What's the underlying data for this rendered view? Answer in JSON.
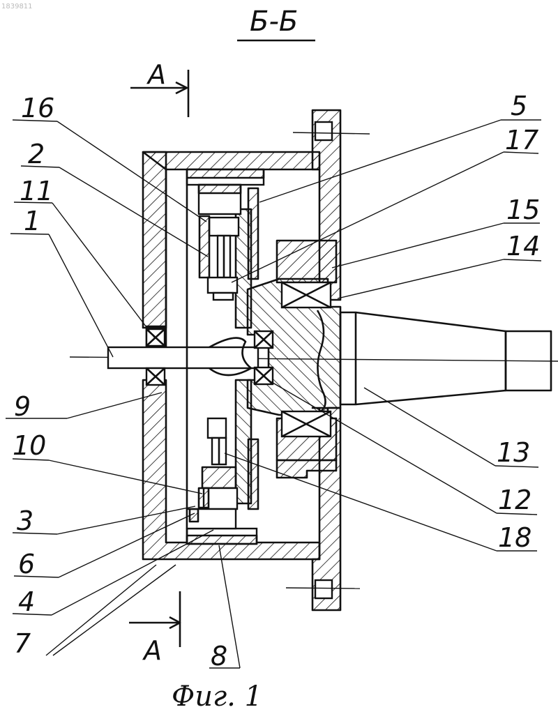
{
  "doc_number": "1839811",
  "section_title": "Б-Б",
  "section_mark": "А",
  "caption": "Фиг. 1",
  "labels": {
    "l16": "16",
    "l2": "2",
    "l11": "11",
    "l1": "1",
    "l9": "9",
    "l10": "10",
    "l3": "3",
    "l6": "6",
    "l4": "4",
    "l7": "7",
    "l8": "8",
    "l5": "5",
    "l17": "17",
    "l15": "15",
    "l14": "14",
    "l13": "13",
    "l12": "12",
    "l18": "18"
  }
}
